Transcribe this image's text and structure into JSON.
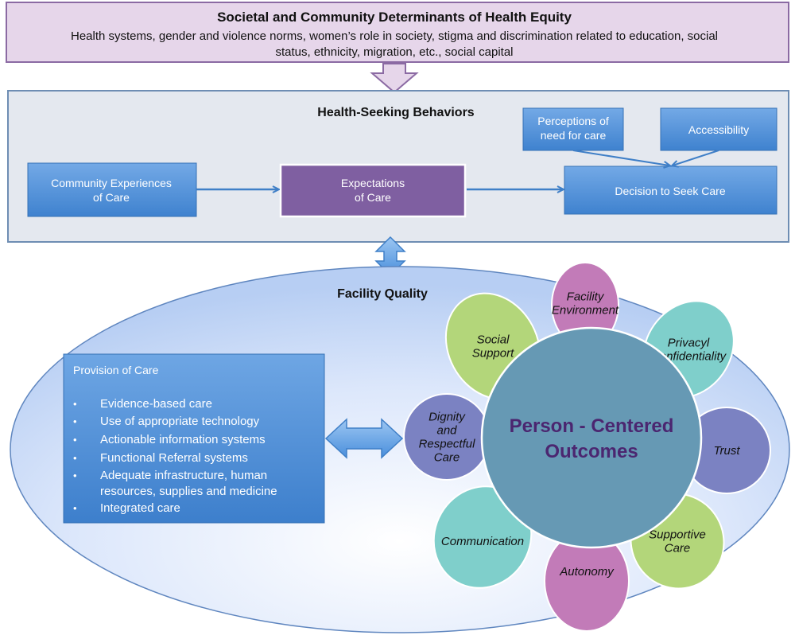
{
  "top_banner": {
    "title": "Societal and Community Determinants of Health Equity",
    "line1": "Health systems, gender and violence norms, women’s role in society, stigma and discrimination related to education, social",
    "line2": "status, ethnicity, migration, etc., social capital"
  },
  "health_seeking": {
    "title": "Health-Seeking Behaviors",
    "community_experiences": [
      "Community Experiences",
      "of Care"
    ],
    "expectations": [
      "Expectations",
      "of Care"
    ],
    "decision": "Decision to Seek Care",
    "perceptions": [
      "Perceptions of",
      "need for care"
    ],
    "accessibility": "Accessibility"
  },
  "facility_quality": {
    "title": "Facility Quality",
    "provision_title": "Provision of Care",
    "bullets": [
      [
        "Evidence-based care"
      ],
      [
        "Use of appropriate technology"
      ],
      [
        "Actionable information systems"
      ],
      [
        "Functional Referral systems"
      ],
      [
        "Adequate infrastructure, human",
        "resources, supplies and medicine"
      ],
      [
        "Integrated care"
      ]
    ]
  },
  "person_centered": {
    "center": [
      "Person - Centered",
      "Outcomes"
    ],
    "petals": [
      {
        "lines": [
          "Facility",
          "Environment"
        ],
        "color": "#c27bb8"
      },
      {
        "lines": [
          "Privacyl",
          "Confidentiality"
        ],
        "color": "#7fcfcb"
      },
      {
        "lines": [
          "Trust"
        ],
        "color": "#7b82c2"
      },
      {
        "lines": [
          "Supportive",
          "Care"
        ],
        "color": "#b3d67a"
      },
      {
        "lines": [
          "Autonomy"
        ],
        "color": "#c27bb8"
      },
      {
        "lines": [
          "Communication"
        ],
        "color": "#7fcfcb"
      },
      {
        "lines": [
          "Dignity",
          "and",
          "Respectful",
          "Care"
        ],
        "color": "#7b82c2"
      },
      {
        "lines": [
          "Social",
          "Support"
        ],
        "color": "#b3d67a"
      }
    ]
  },
  "colors": {
    "banner_fill": "#e6d6ea",
    "banner_stroke": "#8b6aa3",
    "panel_fill": "#e4e8ef",
    "panel_stroke": "#6e8db3",
    "blue_box": "#4d90d8",
    "purple_box": "#7f5fa1",
    "center_circle": "#6699b4",
    "center_text": "#4b2670"
  }
}
